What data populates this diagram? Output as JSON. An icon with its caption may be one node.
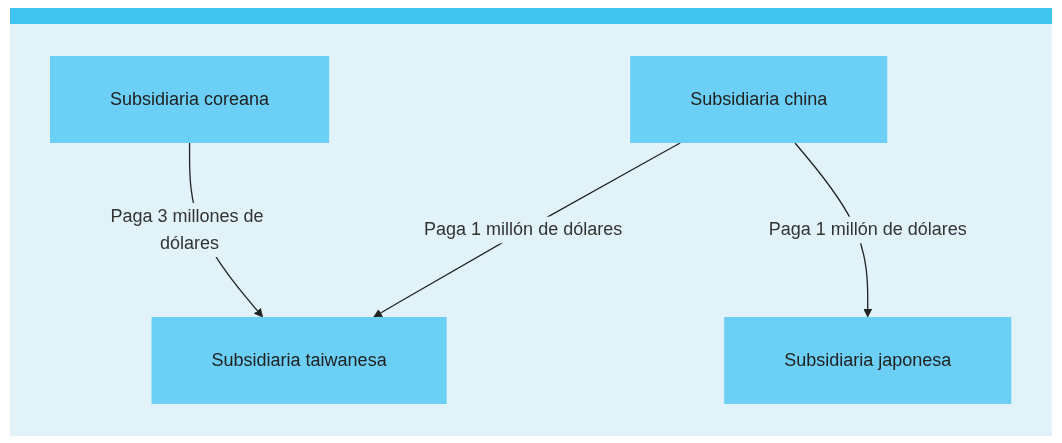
{
  "diagram": {
    "nodes": [
      {
        "text": [
          "Subsidiaria coreana"
        ]
      },
      {
        "text": [
          "Subsidiaria china"
        ]
      },
      {
        "text": [
          "Subsidiaria japonesa"
        ]
      },
      {
        "text": [
          "Subsidiaria taiwanesa"
        ]
      }
    ],
    "edges": [
      {
        "from": 0,
        "to": 3,
        "arrow": "to",
        "label": "Paga 3 millones de dólares"
      },
      {
        "from": 1,
        "to": 2,
        "arrow": "to",
        "label": "Paga 1 millón de dólares"
      },
      {
        "from": 1,
        "to": 3,
        "arrow": "to",
        "label": "Paga 1 millón de dólares"
      }
    ]
  }
}
